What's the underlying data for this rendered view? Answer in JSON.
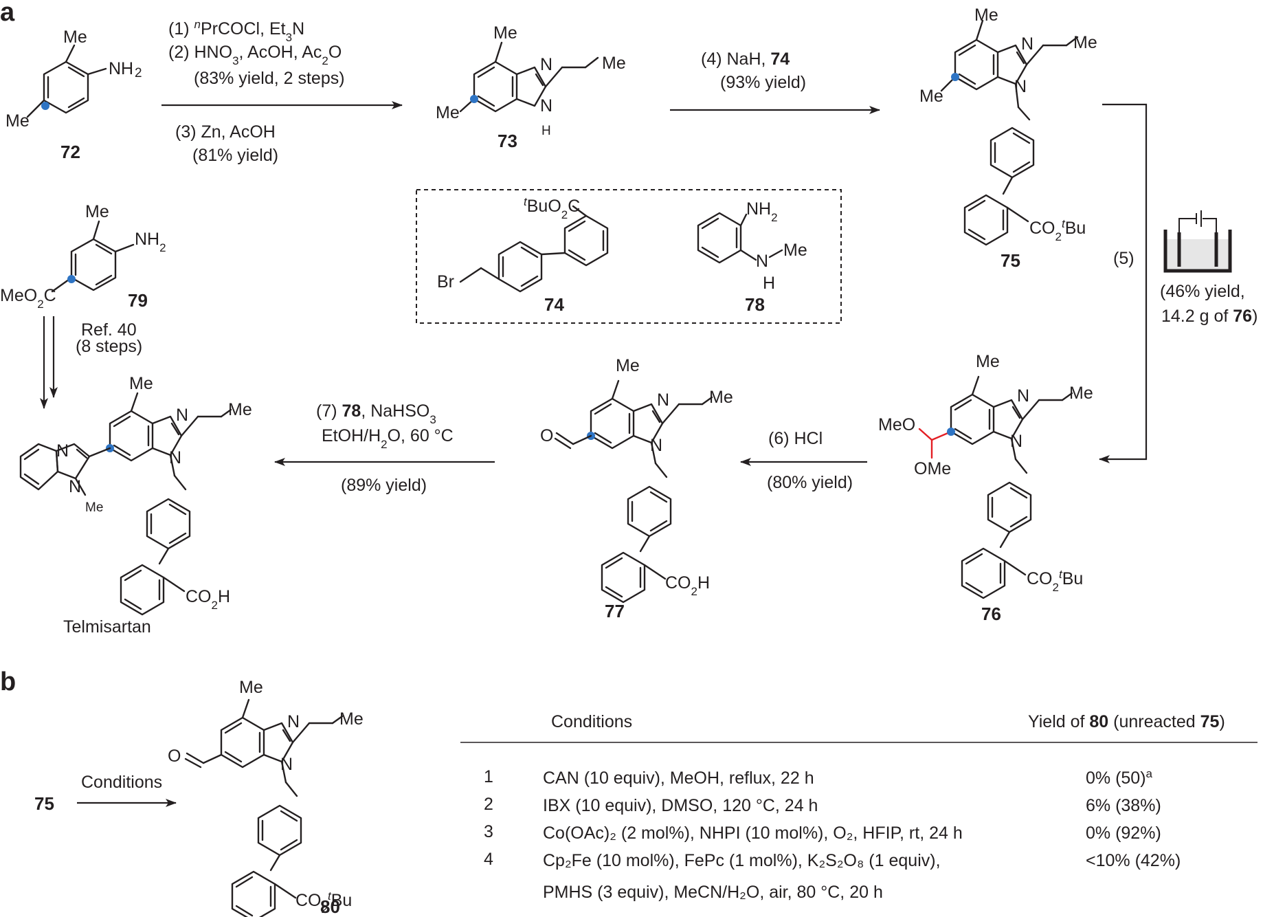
{
  "panels": {
    "a": "a",
    "b": "b"
  },
  "compounds": {
    "c72": "72",
    "c73": "73",
    "c75": "75",
    "c76": "76",
    "c77": "77",
    "c79": "79",
    "c74": "74",
    "c78": "78",
    "c80": "80",
    "telmisartan": "Telmisartan"
  },
  "atoms": {
    "me": "Me",
    "n": "N",
    "h": "H",
    "nh2": "NH",
    "co2tbu": "CO",
    "co2h": "CO",
    "meo": "MeO",
    "ome": "OMe",
    "meo2c": "MeO",
    "br": "Br",
    "tbuo2c": "BuO",
    "o": "O"
  },
  "steps": {
    "s1": "(1) ",
    "s1b": "PrCOCl, Et",
    "s1c": "N",
    "s2": "(2) HNO",
    "s2b": ", AcOH, Ac",
    "s2c": "O",
    "s2yield": "(83% yield, 2 steps)",
    "s3": "(3) Zn, AcOH",
    "s3yield": "(81% yield)",
    "s4": "(4) NaH, ",
    "s4cpd": "74",
    "s4yield": "(93% yield)",
    "s5": "(5)",
    "s5yield": "(46% yield,",
    "s5mass": "14.2 g of ",
    "s5cpd": "76",
    "s6": "(6) HCl",
    "s6yield": "(80% yield)",
    "s7": "(7) ",
    "s7cpd": "78",
    "s7b": ", NaHSO",
    "s7c": "EtOH/H",
    "s7d": "O, 60 °C",
    "s7yield": "(89% yield)",
    "ref": "Ref. 40",
    "ref_steps": "(8 steps)",
    "b_conditions": "Conditions",
    "b_start": "75"
  },
  "table": {
    "col_conditions": "Conditions",
    "col_yield": "Yield of ",
    "col_yield_cpd": "80",
    "col_unreacted": " (unreacted ",
    "col_unreacted_cpd": "75",
    "col_close": ")",
    "rows": [
      {
        "entry": "1",
        "conditions": "CAN (10 equiv), MeOH, reflux, 22 h",
        "yield": "0% (50)",
        "note": "a"
      },
      {
        "entry": "2",
        "conditions": "IBX (10 equiv), DMSO, 120 °C, 24 h",
        "yield": "6% (38%)"
      },
      {
        "entry": "3",
        "conditions": "Co(OAc)₂ (2 mol%), NHPI (10 mol%), O₂, HFIP, rt, 24 h",
        "yield": "0% (92%)"
      },
      {
        "entry": "4",
        "conditions": "Cp₂Fe (10 mol%), FePc (1 mol%), K₂S₂O₈ (1 equiv),",
        "conditions2": "PMHS (3 equiv), MeCN/H₂O, air, 80 °C, 20 h",
        "yield": "<10% (42%)"
      }
    ]
  },
  "colors": {
    "highlight_dot": "#2e74c4",
    "acetal_bonds": "#e31e24",
    "ink": "#231f20"
  }
}
